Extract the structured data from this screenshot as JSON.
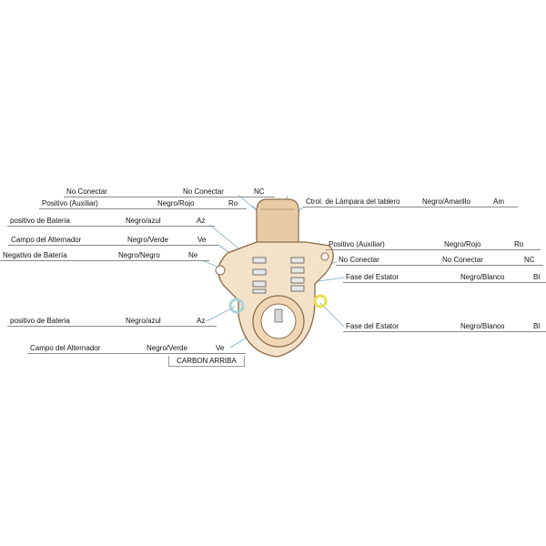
{
  "labels": {
    "l1": {
      "a": "No Conectar",
      "b": "No Conectar",
      "c": "NC"
    },
    "l2": {
      "a": "Positivo (Auxiliar)",
      "b": "Negro/Rojo",
      "c": "Ro"
    },
    "l3": {
      "a": "Ctrol. de Lámpara del tablero",
      "b": "Negro/Amarillo",
      "c": "Am"
    },
    "l4": {
      "a": "positivo de Bateria",
      "b": "Negro/azul",
      "c": "Az"
    },
    "l5": {
      "a": "Campo del Alternador",
      "b": "Negro/Verde",
      "c": "Ve"
    },
    "l6": {
      "a": "Positivo (Auxiliar)",
      "b": "Negro/Rojo",
      "c": "Ro"
    },
    "l7": {
      "a": "Negativo de Batería",
      "b": "Negro/Negro",
      "c": "Ne"
    },
    "l8": {
      "a": "No Conectar",
      "b": "No Conectar",
      "c": "NC"
    },
    "l9": {
      "a": "Fase del Estator",
      "b": "Negro/Blanco",
      "c": "Bl"
    },
    "l10": {
      "a": "positivo de Bateria",
      "b": "Negro/azul",
      "c": "Az"
    },
    "l11": {
      "a": "Fase del Estator",
      "b": "Negro/Blanco",
      "c": "Bl"
    },
    "l12": {
      "a": "Campo del Alternador",
      "b": "Negro/Verde",
      "c": "Ve"
    }
  },
  "carbon_label": "CARBON ARRIBA",
  "colors": {
    "body": "#f4e2c8",
    "body_stroke": "#8a6a48",
    "connector": "#e8cba4",
    "terminal_blue": "#a8d4d8",
    "terminal_yellow": "#e8e050",
    "leader": "#7aa8c8"
  }
}
